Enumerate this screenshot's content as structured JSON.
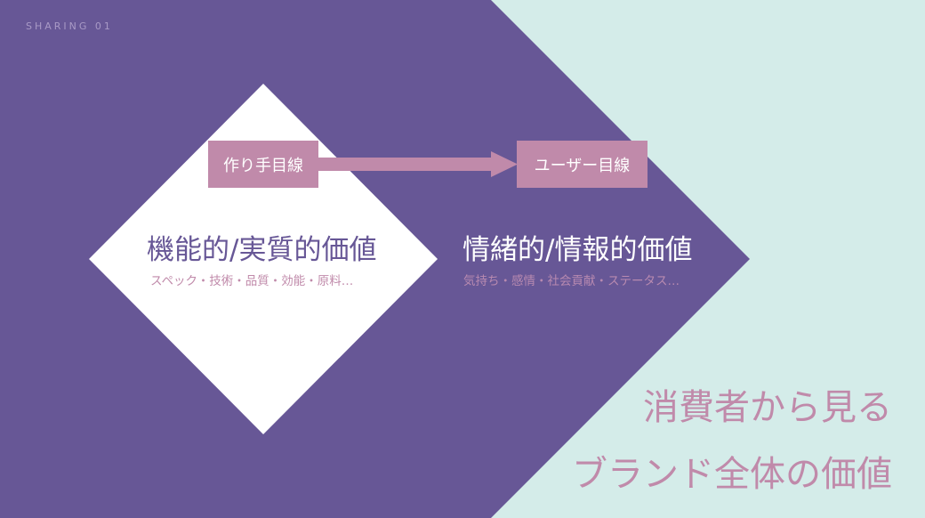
{
  "header": {
    "label": "SHARING 01"
  },
  "flow": {
    "maker_label": "作り手目線",
    "user_label": "ユーザー目線"
  },
  "functional": {
    "title": "機能的/実質的価値",
    "examples": "スペック・技術・品質・効能・原料…"
  },
  "emotional": {
    "title": "情緒的/情報的価値",
    "examples": "気持ち・感情・社会貢献・ステータス…"
  },
  "summary": {
    "line1": "消費者から見る",
    "line2": "ブランド全体の価値"
  },
  "colors": {
    "background": "#d4ece9",
    "purple": "#675796",
    "pink": "#c08aaa",
    "white": "#ffffff"
  }
}
